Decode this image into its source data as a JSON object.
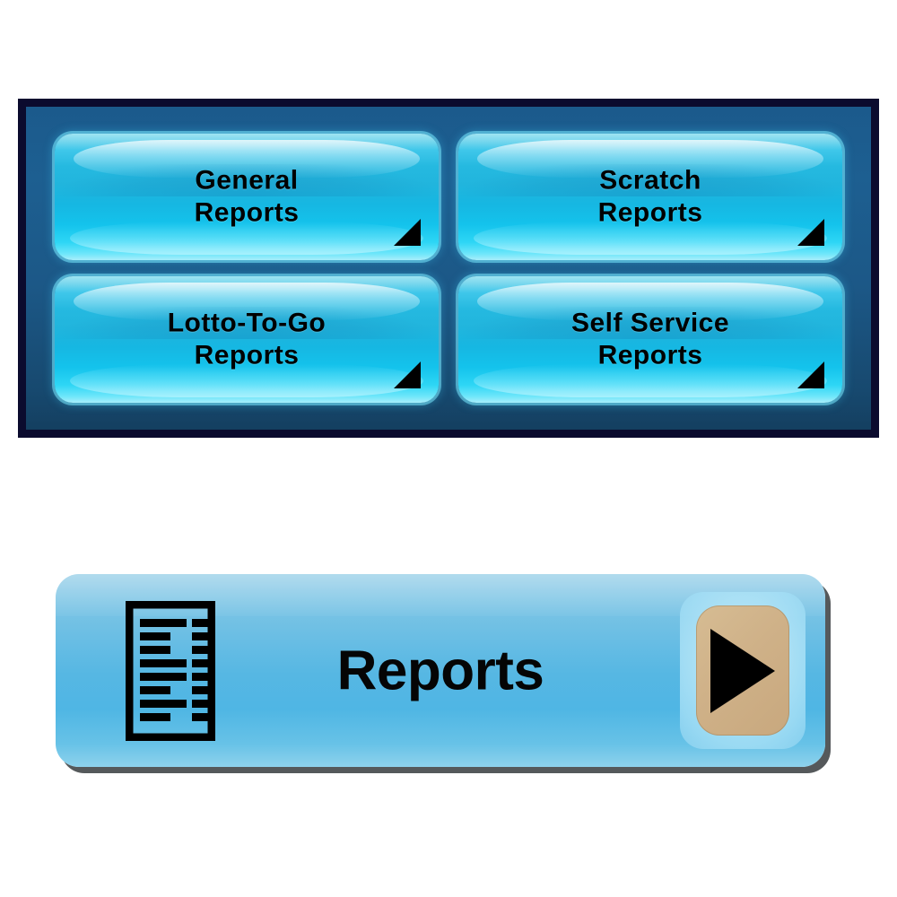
{
  "colors": {
    "panel_border": "#0b0b2e",
    "panel_background": "#1b5a8c",
    "button_cyan": "#21b5dd",
    "button_highlight": "#9fe4f2",
    "reports_button_blue": "#6dbfe4",
    "arrow_key_tan": "#cfb188",
    "text_black": "#000000",
    "page_background": "#ffffff"
  },
  "menu_panel": {
    "name": "reports-submenu-panel",
    "buttons": [
      {
        "label": "General\nReports",
        "name": "general-reports",
        "marker": "corner-triangle"
      },
      {
        "label": "Scratch\nReports",
        "name": "scratch-reports",
        "marker": "corner-triangle"
      },
      {
        "label": "Lotto-To-Go\nReports",
        "name": "lotto-to-go-reports",
        "marker": "corner-triangle"
      },
      {
        "label": "Self Service\nReports",
        "name": "self-service-reports",
        "marker": "corner-triangle"
      }
    ]
  },
  "reports_button": {
    "label": "Reports",
    "icon": "report-document-icon",
    "action_icon": "play-arrow-icon",
    "doc_icon_rows": [
      {
        "left_width": 52,
        "right_width": 18
      },
      {
        "left_width": 34,
        "right_width": 18
      },
      {
        "left_width": 34,
        "right_width": 18
      },
      {
        "left_width": 52,
        "right_width": 18
      },
      {
        "left_width": 52,
        "right_width": 18
      },
      {
        "left_width": 34,
        "right_width": 18
      },
      {
        "left_width": 52,
        "right_width": 18
      },
      {
        "left_width": 34,
        "right_width": 18
      }
    ]
  }
}
